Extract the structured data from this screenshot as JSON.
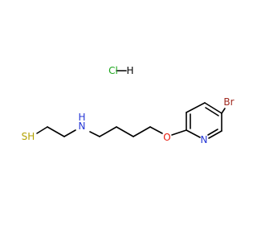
{
  "molecule": {
    "salt": {
      "cl": "Cl",
      "h": "H",
      "cl_color": "#1aa61a"
    },
    "atoms": {
      "br": {
        "text": "Br",
        "color": "#a0291f"
      },
      "n_ring": {
        "text": "N",
        "color": "#2536d6"
      },
      "o": {
        "text": "O",
        "color": "#e8190b"
      },
      "nh": {
        "text": "N",
        "color": "#2536d6"
      },
      "nh_h": {
        "text": "H",
        "color": "#2536d6"
      },
      "sh": {
        "text": "SH",
        "color": "#b3a200"
      }
    }
  }
}
